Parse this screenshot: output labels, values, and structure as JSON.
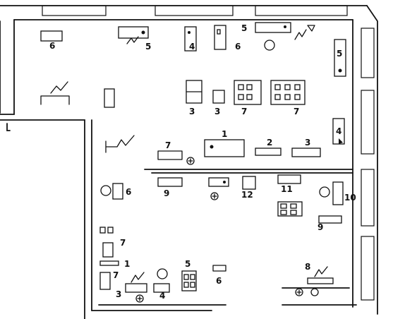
{
  "floor_plan": {
    "labels": [
      {
        "id": "l01",
        "text": "6"
      },
      {
        "id": "l02",
        "text": "5"
      },
      {
        "id": "l03",
        "text": "4"
      },
      {
        "id": "l04",
        "text": "6"
      },
      {
        "id": "l05",
        "text": "5"
      },
      {
        "id": "l06",
        "text": "5"
      },
      {
        "id": "l07",
        "text": "3"
      },
      {
        "id": "l08",
        "text": "3"
      },
      {
        "id": "l09",
        "text": "7"
      },
      {
        "id": "l10",
        "text": "7"
      },
      {
        "id": "l11",
        "text": "4"
      },
      {
        "id": "l12",
        "text": "1"
      },
      {
        "id": "l13",
        "text": "2"
      },
      {
        "id": "l14",
        "text": "3"
      },
      {
        "id": "l15",
        "text": "7"
      },
      {
        "id": "l16",
        "text": "6"
      },
      {
        "id": "l17",
        "text": "9"
      },
      {
        "id": "l18",
        "text": "12"
      },
      {
        "id": "l19",
        "text": "11"
      },
      {
        "id": "l20",
        "text": "10"
      },
      {
        "id": "l21",
        "text": "9"
      },
      {
        "id": "l22",
        "text": "7"
      },
      {
        "id": "l23",
        "text": "1"
      },
      {
        "id": "l24",
        "text": "7"
      },
      {
        "id": "l25",
        "text": "5"
      },
      {
        "id": "l26",
        "text": "3"
      },
      {
        "id": "l27",
        "text": "4"
      },
      {
        "id": "l28",
        "text": "6"
      },
      {
        "id": "l29",
        "text": "8"
      }
    ]
  }
}
